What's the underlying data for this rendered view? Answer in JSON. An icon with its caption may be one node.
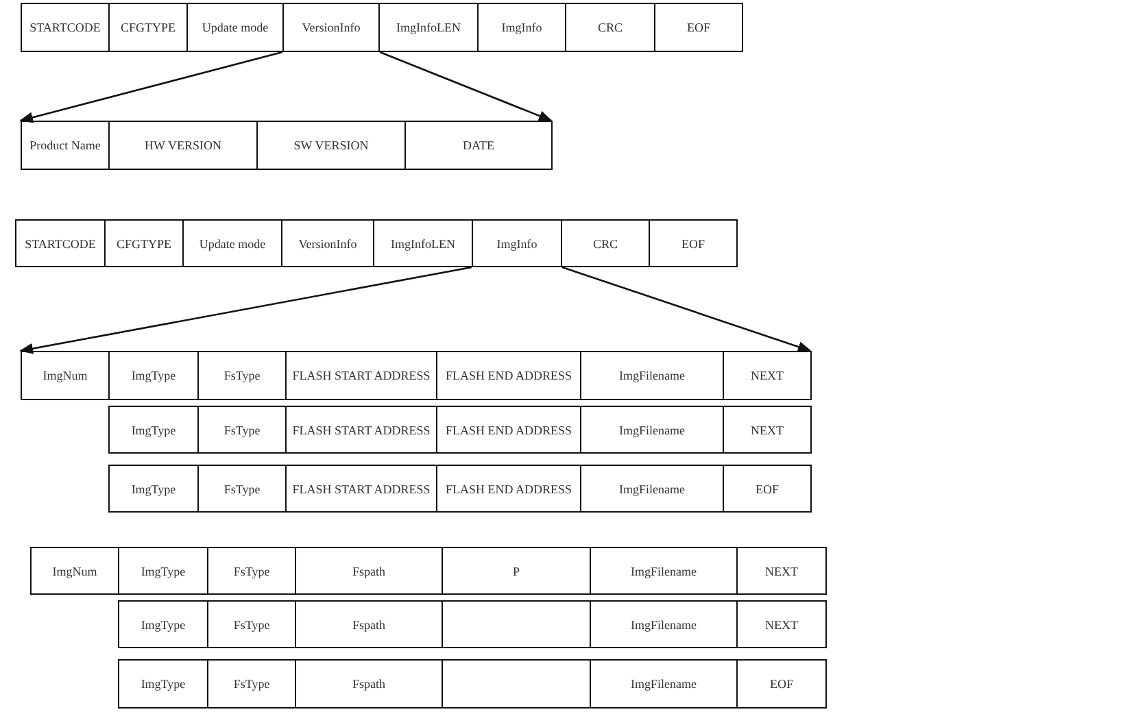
{
  "diagram": {
    "nodes": [
      {
        "text": [
          "STARTCODE"
        ]
      },
      {
        "text": [
          "CFGTYPE"
        ]
      },
      {
        "text": [
          "Update mode"
        ]
      },
      {
        "text": [
          "VersionInfo"
        ]
      },
      {
        "text": [
          "ImgInfoLEN"
        ]
      },
      {
        "text": [
          "ImgInfo"
        ]
      },
      {
        "text": [
          "CRC"
        ]
      },
      {
        "text": [
          "EOF"
        ]
      },
      {
        "text": [
          "Product Name"
        ]
      },
      {
        "text": [
          "HW VERSION"
        ]
      },
      {
        "text": [
          "SW VERSION"
        ]
      },
      {
        "text": [
          "DATE"
        ]
      },
      {
        "text": [
          "STARTCODE"
        ]
      },
      {
        "text": [
          "CFGTYPE"
        ]
      },
      {
        "text": [
          "Update mode"
        ]
      },
      {
        "text": [
          "VersionInfo"
        ]
      },
      {
        "text": [
          "ImgInfoLEN"
        ]
      },
      {
        "text": [
          "ImgInfo"
        ]
      },
      {
        "text": [
          "CRC"
        ]
      },
      {
        "text": [
          "EOF"
        ]
      },
      {
        "text": [
          "ImgNum"
        ]
      },
      {
        "text": [
          "ImgType"
        ]
      },
      {
        "text": [
          "FsType"
        ]
      },
      {
        "text": [
          "FLASH START ADDRESS"
        ]
      },
      {
        "text": [
          "FLASH END ADDRESS"
        ]
      },
      {
        "text": [
          "ImgFilename"
        ]
      },
      {
        "text": [
          "NEXT"
        ]
      },
      {
        "text": [
          "ImgType"
        ]
      },
      {
        "text": [
          "FsType"
        ]
      },
      {
        "text": [
          "FLASH START ADDRESS"
        ]
      },
      {
        "text": [
          "FLASH END ADDRESS"
        ]
      },
      {
        "text": [
          "ImgFilename"
        ]
      },
      {
        "text": [
          "NEXT"
        ]
      },
      {
        "text": [
          "ImgType"
        ]
      },
      {
        "text": [
          "FsType"
        ]
      },
      {
        "text": [
          "FLASH START ADDRESS"
        ]
      },
      {
        "text": [
          "FLASH END ADDRESS"
        ]
      },
      {
        "text": [
          "ImgFilename"
        ]
      },
      {
        "text": [
          "EOF"
        ]
      },
      {
        "text": [
          "ImgNum"
        ]
      },
      {
        "text": [
          "ImgType"
        ]
      },
      {
        "text": [
          "FsType"
        ]
      },
      {
        "text": [
          "Fspath"
        ]
      },
      {
        "text": [
          "P"
        ]
      },
      {
        "text": [
          "ImgFilename"
        ]
      },
      {
        "text": [
          "NEXT"
        ]
      },
      {
        "text": [
          "ImgType"
        ]
      },
      {
        "text": [
          "FsType"
        ]
      },
      {
        "text": [
          "Fspath"
        ]
      },
      {
        "text": [],
        "shape": "box"
      },
      {
        "text": [
          "ImgFilename"
        ]
      },
      {
        "text": [
          "NEXT"
        ]
      },
      {
        "text": [
          "ImgType"
        ]
      },
      {
        "text": [
          "FsType"
        ]
      },
      {
        "text": [
          "Fspath"
        ]
      },
      {
        "text": [],
        "shape": "box"
      },
      {
        "text": [
          "ImgFilename"
        ]
      },
      {
        "text": [
          "EOF"
        ]
      }
    ],
    "edges": [
      {
        "from": 3,
        "to": 8,
        "arrow": "to"
      },
      {
        "from": 3,
        "to": 11,
        "arrow": "to"
      },
      {
        "from": 17,
        "to": 20,
        "arrow": "to"
      },
      {
        "from": 17,
        "to": 26,
        "arrow": "to"
      }
    ]
  }
}
